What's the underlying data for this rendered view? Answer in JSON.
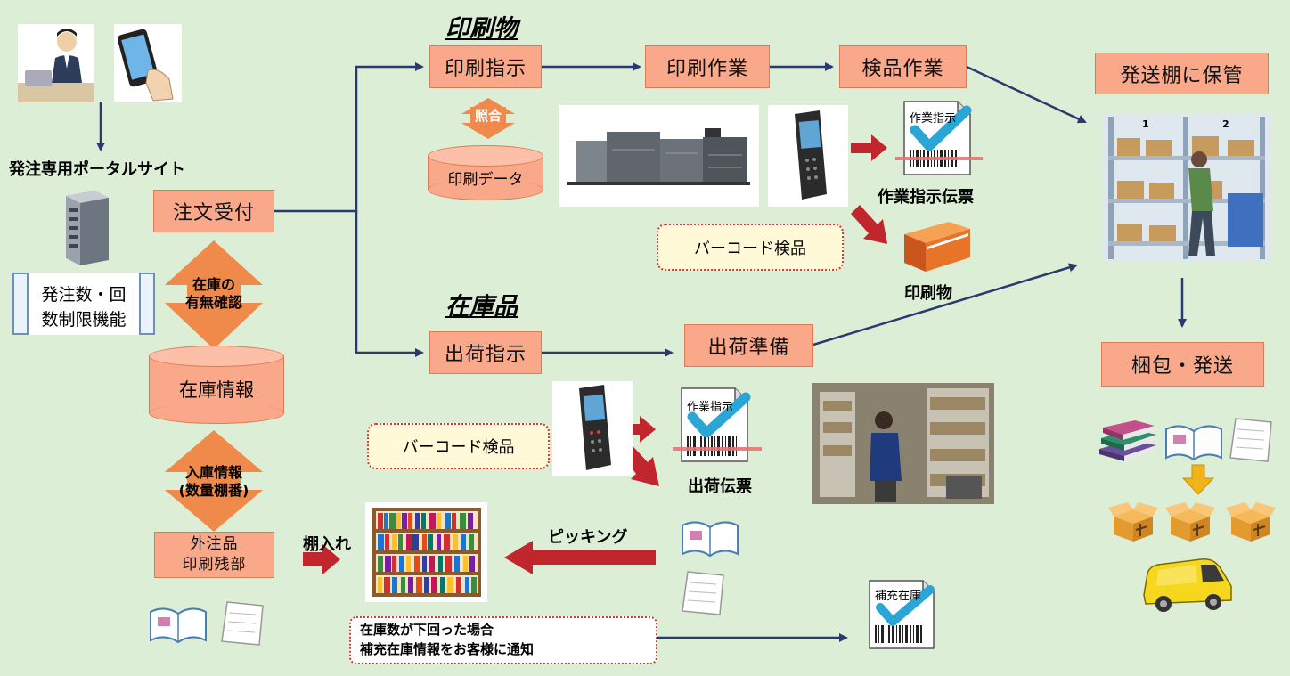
{
  "colors": {
    "box_fill": "#f9a88a",
    "box_border": "#e07a55",
    "line": "#2b3a6e",
    "red_arrow": "#c0262b",
    "orange_arrow": "#f08a4b",
    "background": "#ddeed6"
  },
  "sections": {
    "print": "印刷物",
    "stock": "在庫品"
  },
  "left": {
    "portal": "発注専用ポータルサイト",
    "limit_line1": "発注数・回",
    "limit_line2": "数制限機能",
    "order": "注文受付",
    "check_line1": "在庫の",
    "check_line2": "有無確認",
    "stock_info": "在庫情報",
    "receive_line1": "入庫情報",
    "receive_line2": "(数量棚番)",
    "outsource_line1": "外注品",
    "outsource_line2": "印刷残部"
  },
  "print_flow": {
    "instruction": "印刷指示",
    "work": "印刷作業",
    "inspection": "検品作業",
    "match": "照合",
    "data": "印刷データ",
    "barcode": "バーコード検品",
    "slip": "作業指示伝票",
    "slip_header": "作業指示",
    "product": "印刷物"
  },
  "stock_flow": {
    "instruction": "出荷指示",
    "prep": "出荷準備",
    "barcode": "バーコード検品",
    "slip": "出荷伝票",
    "slip_header": "作業指示",
    "picking": "ピッキング",
    "shelving": "棚入れ",
    "note_line1": "在庫数が下回った場合",
    "note_line2": "補充在庫情報をお客様に通知",
    "refill_header": "補充在庫"
  },
  "right": {
    "store": "発送棚に保管",
    "ship": "梱包・発送",
    "shelf_num1": "1",
    "shelf_num2": "2"
  }
}
